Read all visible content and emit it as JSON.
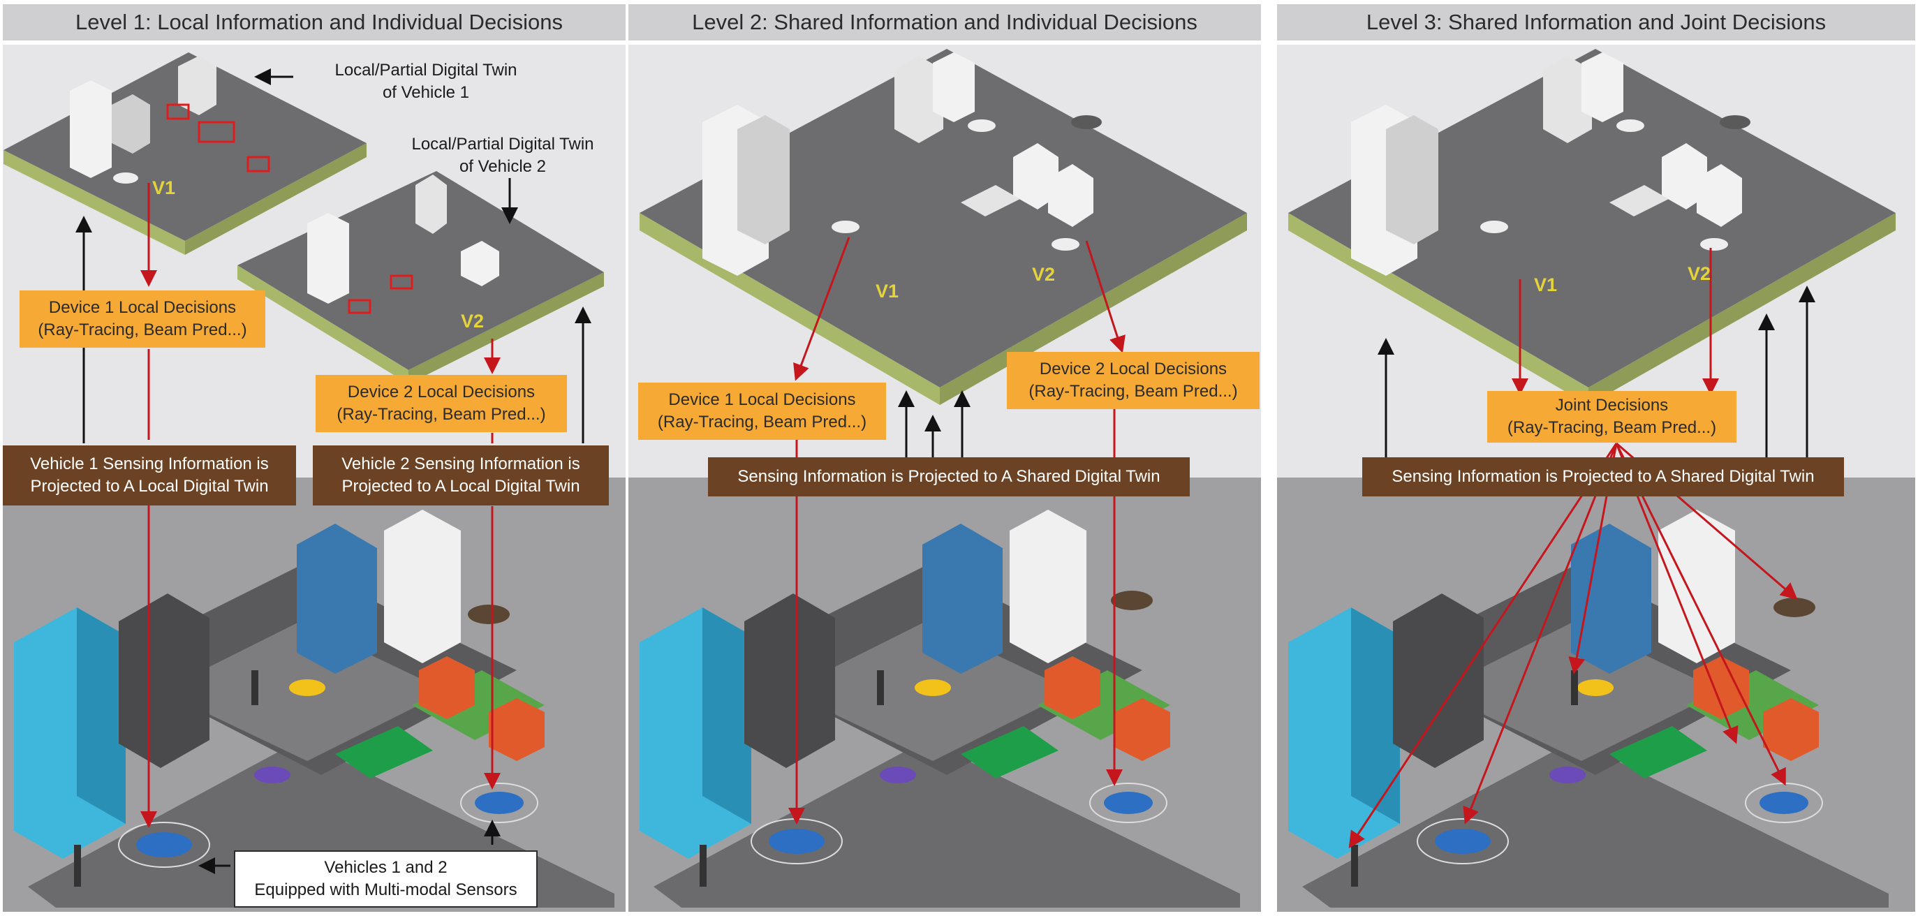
{
  "colors": {
    "orange_box": "#f7a935",
    "brown_box": "#6b4223",
    "arrow_red": "#c4161c",
    "arrow_black": "#111111",
    "vehicle_label": "#e4d33a",
    "grass_edge": "#a8b86a"
  },
  "panels": [
    {
      "title": "Level 1: Local Information and Individual Decisions",
      "twin1_caption": "Local/Partial Digital Twin\nof Vehicle 1",
      "twin2_caption": "Local/Partial Digital Twin\nof Vehicle 2",
      "v1": "V1",
      "v2": "V2",
      "device1": "Device 1 Local Decisions\n(Ray-Tracing, Beam Pred...)",
      "device2": "Device 2 Local Decisions\n(Ray-Tracing, Beam Pred...)",
      "sensing1": "Vehicle 1 Sensing Information is\nProjected to A Local Digital Twin",
      "sensing2": "Vehicle 2 Sensing Information is\nProjected to A Local Digital Twin",
      "vehicles_note": "Vehicles 1 and 2\nEquipped with Multi-modal Sensors"
    },
    {
      "title": "Level 2: Shared Information and Individual Decisions",
      "v1": "V1",
      "v2": "V2",
      "device1": "Device 1 Local Decisions\n(Ray-Tracing, Beam Pred...)",
      "device2": "Device 2 Local Decisions\n(Ray-Tracing, Beam Pred...)",
      "sensing": "Sensing Information is Projected to A Shared Digital Twin"
    },
    {
      "title": "Level 3: Shared Information and Joint Decisions",
      "v1": "V1",
      "v2": "V2",
      "joint": "Joint Decisions\n(Ray-Tracing, Beam Pred...)",
      "sensing": "Sensing Information is Projected to A Shared Digital Twin"
    }
  ]
}
